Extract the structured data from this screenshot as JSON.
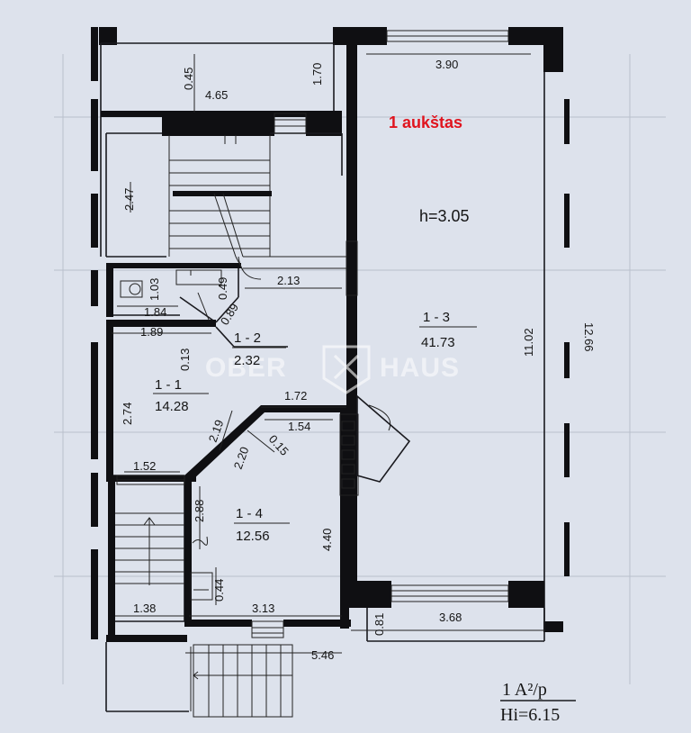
{
  "floor_label": "1 aukštas",
  "ceiling_height": "h=3.05",
  "watermark": {
    "left": "OBER",
    "right": "HAUS"
  },
  "rooms": [
    {
      "id": "1 - 1",
      "area": "14.28"
    },
    {
      "id": "1 - 2",
      "area": "2.32"
    },
    {
      "id": "1 - 3",
      "area": "41.73"
    },
    {
      "id": "1 - 4",
      "area": "12.56"
    }
  ],
  "dimensions": {
    "d_465": "4.65",
    "d_045": "0.45",
    "d_170": "1.70",
    "d_390": "3.90",
    "d_247": "2.47",
    "d_213": "2.13",
    "d_103": "1.03",
    "d_049": "0.49",
    "d_184": "1.84",
    "d_089": "0.89",
    "d_189": "1.89",
    "d_013": "0.13",
    "d_274": "2.74",
    "d_172": "1.72",
    "d_154": "1.54",
    "d_219": "2.19",
    "d_220": "2.20",
    "d_015": "0.15",
    "d_152": "1.52",
    "d_288": "2.88",
    "d_440": "4.40",
    "d_044": "0.44",
    "d_313": "3.13",
    "d_138": "1.38",
    "d_081": "0.81",
    "d_368": "3.68",
    "d_546": "5.46",
    "d_1102": "11.02",
    "d_1266": "12.66"
  },
  "legend": {
    "line1": "1  A²/p",
    "line2": "Hi=6.15"
  }
}
